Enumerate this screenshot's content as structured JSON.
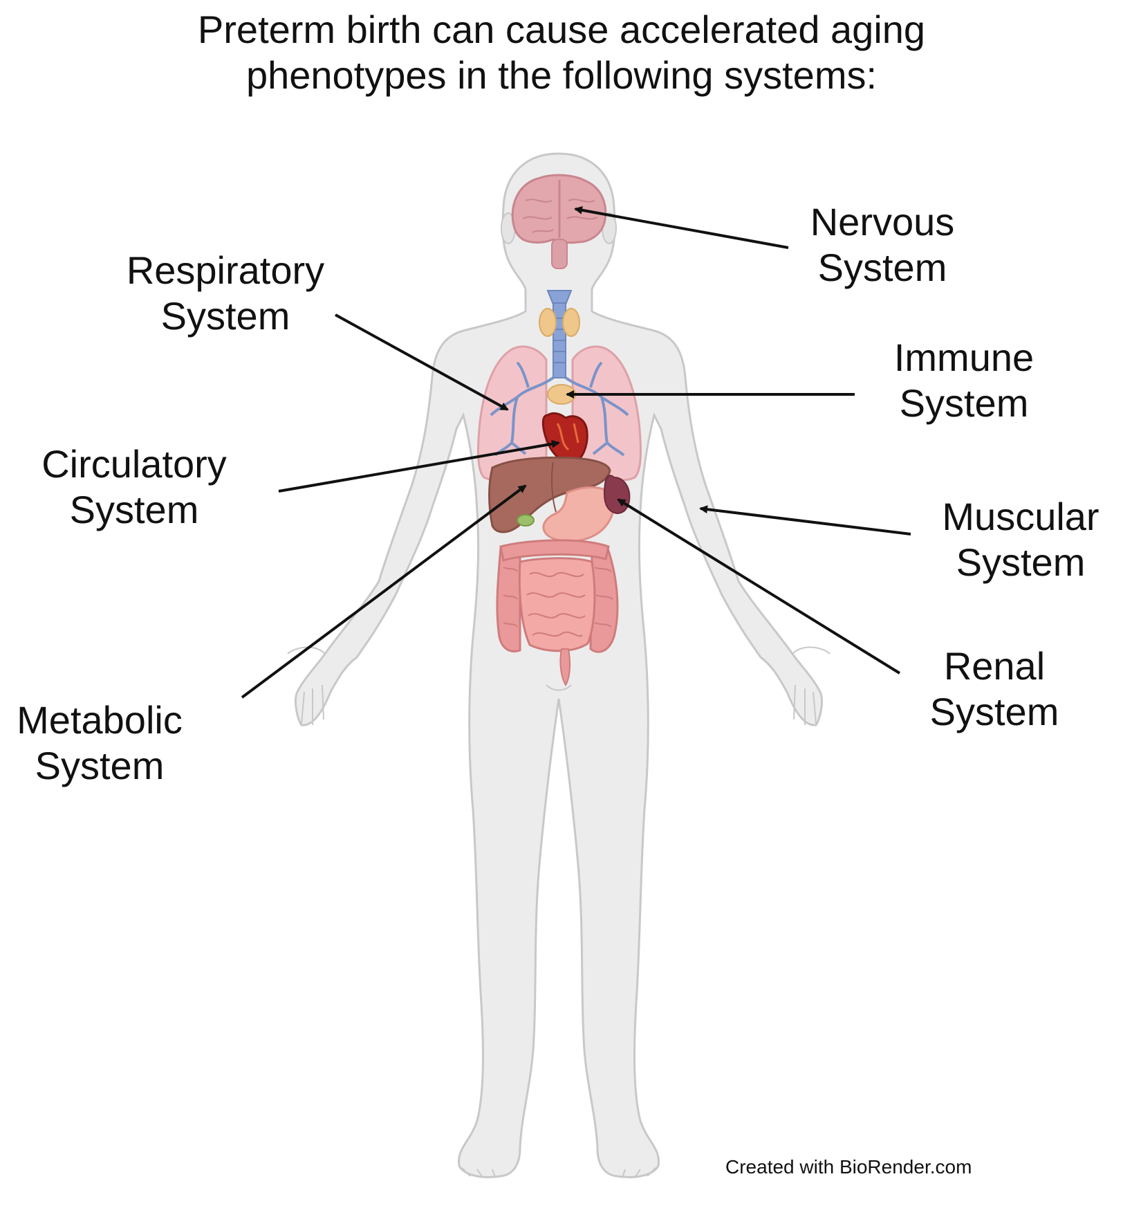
{
  "title": {
    "line1": "Preterm birth can cause accelerated aging",
    "line2": "phenotypes in the following systems:"
  },
  "labels": {
    "nervous": {
      "line1": "Nervous",
      "line2": "System"
    },
    "respiratory": {
      "line1": "Respiratory",
      "line2": "System"
    },
    "immune": {
      "line1": "Immune",
      "line2": "System"
    },
    "circulatory": {
      "line1": "Circulatory",
      "line2": "System"
    },
    "muscular": {
      "line1": "Muscular",
      "line2": "System"
    },
    "renal": {
      "line1": "Renal",
      "line2": "System"
    },
    "metabolic": {
      "line1": "Metabolic",
      "line2": "System"
    }
  },
  "credit": "Created with BioRender.com",
  "colors": {
    "body_fill": "#ececec",
    "body_outline": "#c8c8c8",
    "brain": "#e2a6ad",
    "lungs": "#f2c4c9",
    "bronchi": "#7b93c9",
    "trachea": "#8aa3d6",
    "thyroid": "#f0c78a",
    "heart": "#b3241f",
    "liver": "#a7695e",
    "stomach": "#f3b2a8",
    "intestine": "#e9999a",
    "kidney": "#8a3a4d",
    "arrow": "#111111"
  },
  "icons": {
    "body": "human-body-icon",
    "brain": "brain-icon",
    "lungs": "lungs-icon",
    "heart": "heart-icon",
    "liver": "liver-icon",
    "kidney": "kidney-icon",
    "intestines": "intestines-icon"
  }
}
